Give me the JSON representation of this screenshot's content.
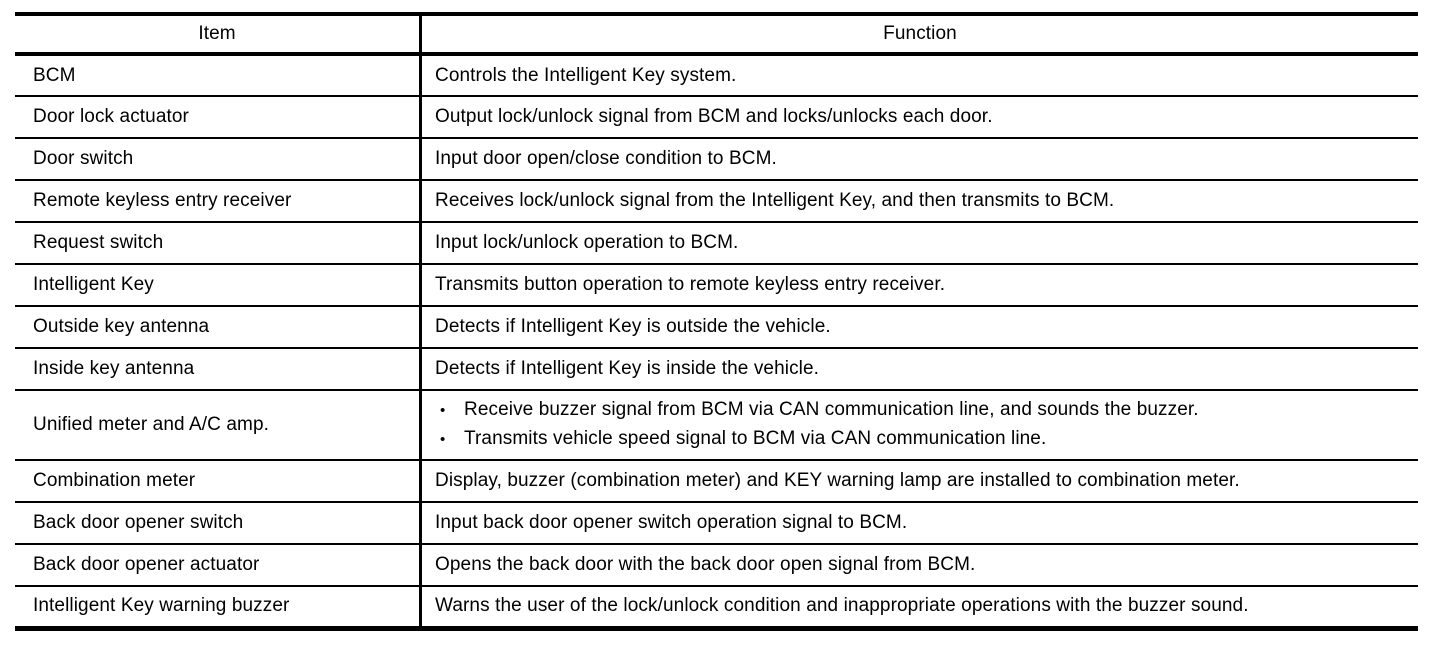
{
  "table": {
    "bullet_glyph": "•",
    "columns": [
      {
        "label": "Item"
      },
      {
        "label": "Function"
      }
    ],
    "rows": [
      {
        "item": "BCM",
        "functions": [
          "Controls the Intelligent Key system."
        ]
      },
      {
        "item": "Door lock actuator",
        "functions": [
          "Output lock/unlock signal from BCM and locks/unlocks each door."
        ]
      },
      {
        "item": "Door switch",
        "functions": [
          "Input door open/close condition to BCM."
        ]
      },
      {
        "item": "Remote keyless entry receiver",
        "functions": [
          "Receives lock/unlock signal from the Intelligent Key, and then transmits to BCM."
        ]
      },
      {
        "item": "Request switch",
        "functions": [
          "Input lock/unlock operation to BCM."
        ]
      },
      {
        "item": "Intelligent Key",
        "functions": [
          "Transmits button operation to remote keyless entry receiver."
        ]
      },
      {
        "item": "Outside key antenna",
        "functions": [
          "Detects if Intelligent Key is outside the vehicle."
        ]
      },
      {
        "item": "Inside key antenna",
        "functions": [
          "Detects if Intelligent Key is inside the vehicle."
        ]
      },
      {
        "item": "Unified meter and A/C amp.",
        "functions": [
          "Receive buzzer signal from BCM via CAN communication line, and sounds the buzzer.",
          "Transmits vehicle speed signal to BCM via CAN communication line."
        ]
      },
      {
        "item": "Combination meter",
        "functions": [
          "Display, buzzer (combination meter) and KEY warning lamp are installed to combination meter."
        ]
      },
      {
        "item": "Back door opener switch",
        "functions": [
          "Input back door opener switch operation signal to BCM."
        ]
      },
      {
        "item": "Back door opener actuator",
        "functions": [
          "Opens the back door with the back door open signal from BCM."
        ]
      },
      {
        "item": "Intelligent Key warning buzzer",
        "functions": [
          "Warns the user of the lock/unlock condition and inappropriate operations with the buzzer sound."
        ]
      }
    ]
  }
}
